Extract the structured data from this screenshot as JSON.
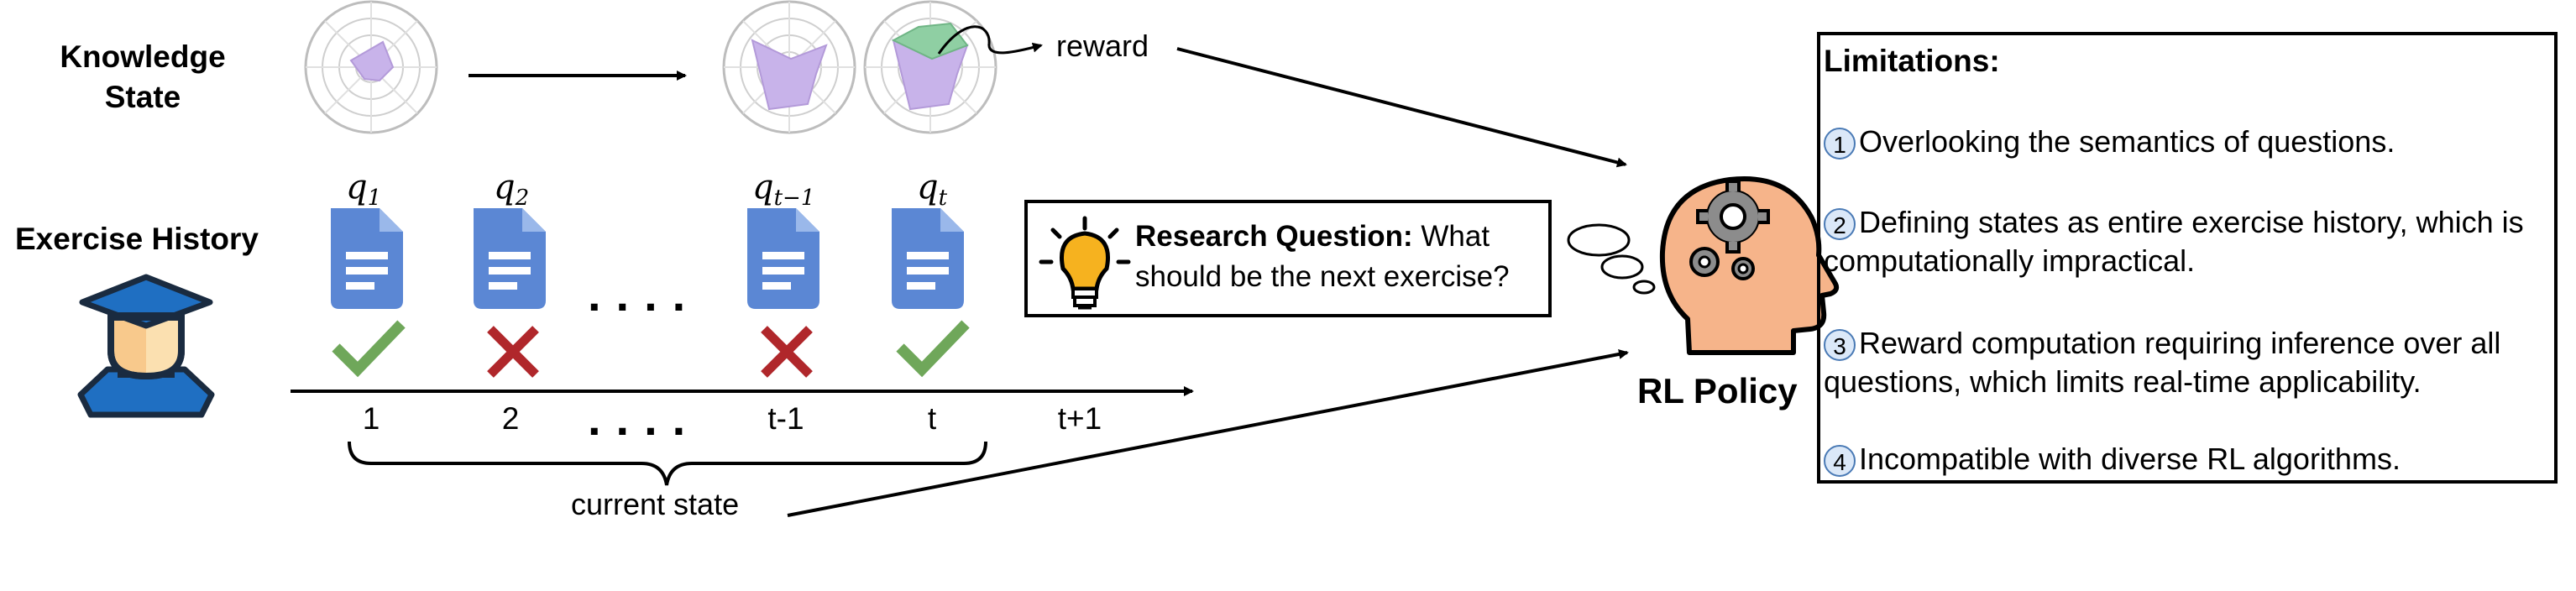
{
  "labels": {
    "knowledge_state": "Knowledge State",
    "exercise_history": "Exercise History",
    "reward": "reward",
    "current_state": "current state",
    "rl_policy": "RL Policy"
  },
  "questions": [
    {
      "base": "q",
      "sub": "1"
    },
    {
      "base": "q",
      "sub": "2"
    },
    {
      "base": "q",
      "sub": "t−1"
    },
    {
      "base": "q",
      "sub": "t"
    }
  ],
  "timeline_ticks": [
    "1",
    "2",
    "t-1",
    "t",
    "t+1"
  ],
  "dots": "....",
  "research_question": {
    "bold": "Research Question:",
    "text": " What should be the next exercise?"
  },
  "limitations": {
    "title": "Limitations:",
    "items": [
      {
        "num": "1",
        "text": "Overlooking the semantics of questions."
      },
      {
        "num": "2",
        "text": "Defining states as entire exercise history, which is computationally impractical."
      },
      {
        "num": "3",
        "text": "Reward computation requiring inference over all questions, which limits real-time applicability."
      },
      {
        "num": "4",
        "text": "Incompatible with diverse RL algorithms."
      }
    ]
  },
  "answers": [
    "correct",
    "wrong",
    "wrong",
    "correct"
  ],
  "colors": {
    "doc_blue": "#5b87d4",
    "check_green": "#6fa75a",
    "cross_red": "#b0272b",
    "radar_fill": "#c8b3ea",
    "reward_green": "#8fcfa3",
    "head_fill": "#f6b48a",
    "gear_gray": "#8c8c8c",
    "cap_blue": "#1f6fc2",
    "face_tan": "#f8c98c"
  },
  "icons": [
    "radar-chart-icon",
    "document-icon",
    "check-icon",
    "cross-icon",
    "student-icon",
    "lightbulb-icon",
    "thought-bubble-icon",
    "head-gears-icon"
  ]
}
